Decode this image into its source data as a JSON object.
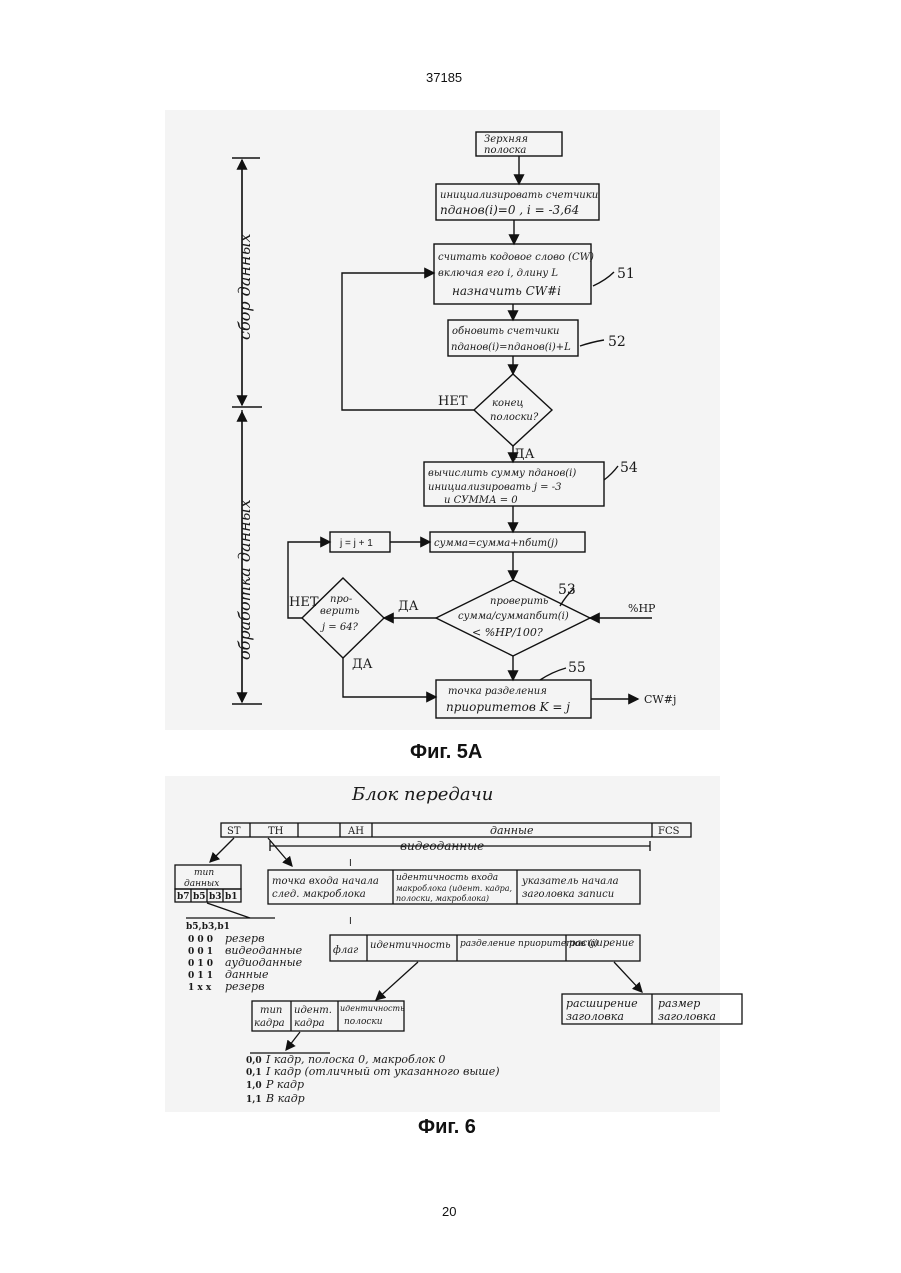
{
  "page": {
    "doc_number": "37185",
    "page_number": "20"
  },
  "fig5a": {
    "caption": "Фиг. 5А",
    "side_label_top": "сбор данных",
    "side_label_bottom": "обработка данных",
    "start_box": [
      "Зерхняя",
      "полоска"
    ],
    "init_box": [
      "инициализировать счетчики",
      "nданов(i)=0 ,  i = -3,64"
    ],
    "read_box": [
      "считать кодовое слово (CW)",
      "включая его i, длину L",
      "назначить CW#i"
    ],
    "update_box": [
      "обновить счетчики",
      "nданов(i)=nданов(i)+L"
    ],
    "decision_end": [
      "конец",
      "полоски?"
    ],
    "calc_box": [
      "вычислить сумму nданов(i)",
      "инициализировать j = -3",
      "и СУММА = 0"
    ],
    "sum_box": "сумма=сумма+nбит(j)",
    "incr_box": "j = j + 1",
    "decision_check": [
      "проверить",
      "сумма/суммаnбит(i)",
      "< %HP/100?"
    ],
    "decision_j": [
      "про-",
      "верить",
      "j = 64?"
    ],
    "result_box": [
      "точка разделения",
      "приоритетов   K = j"
    ],
    "no1": "НЕТ",
    "no2": "НЕТ",
    "yes1": "ДА",
    "yes2": "ДА",
    "yes3": "ДА",
    "ref_51": "51",
    "ref_52": "52",
    "ref_53": "53",
    "ref_54": "54",
    "ref_55": "55",
    "input_hp": "%HP",
    "output_cw": "CW#j"
  },
  "fig6": {
    "caption": "Фиг. 6",
    "title": "Блок передачи",
    "header_fields": [
      "ST",
      "TH",
      "",
      "AH",
      "данные",
      "FCS"
    ],
    "video_label": "видеоданные",
    "marker_1": "I",
    "marker_2": "I",
    "type_box": [
      "тип",
      "данных"
    ],
    "bits": [
      "b7",
      "b5",
      "b3",
      "b1"
    ],
    "legend_head": "b5,b3,b1",
    "legend": [
      {
        "code": "0  0  0",
        "text": "резерв"
      },
      {
        "code": "0  0  1",
        "text": "видеоданные"
      },
      {
        "code": "0  1  0",
        "text": "аудиоданные"
      },
      {
        "code": "0  1  1",
        "text": "данные"
      },
      {
        "code": "1  x  x",
        "text": "резерв"
      }
    ],
    "th_fields": [
      [
        "точка входа начала",
        "след. макроблока"
      ],
      [
        "идентичность входа",
        "макроблока (идент. кадра,",
        "полоски, макроблока)"
      ],
      [
        "указатель начала",
        "заголовка записи"
      ]
    ],
    "ah_fields": [
      "флаг",
      "идентичность",
      "разделение приоритетов (j)",
      "расширение"
    ],
    "frame_fields": [
      [
        "тип",
        "кадра"
      ],
      [
        "идент.",
        "кадра"
      ],
      [
        "идентичность",
        "полоски"
      ]
    ],
    "ext_fields": [
      [
        "расширение",
        "заголовка"
      ],
      [
        "размер",
        "заголовка"
      ]
    ],
    "frame_legend": [
      {
        "code": "0,0",
        "text": "I кадр, полоска 0, макроблок 0"
      },
      {
        "code": "0,1",
        "text": "I кадр (отличный от указанного выше)"
      },
      {
        "code": "1,0",
        "text": "P кадр"
      },
      {
        "code": "1,1",
        "text": "B кадр"
      }
    ]
  }
}
